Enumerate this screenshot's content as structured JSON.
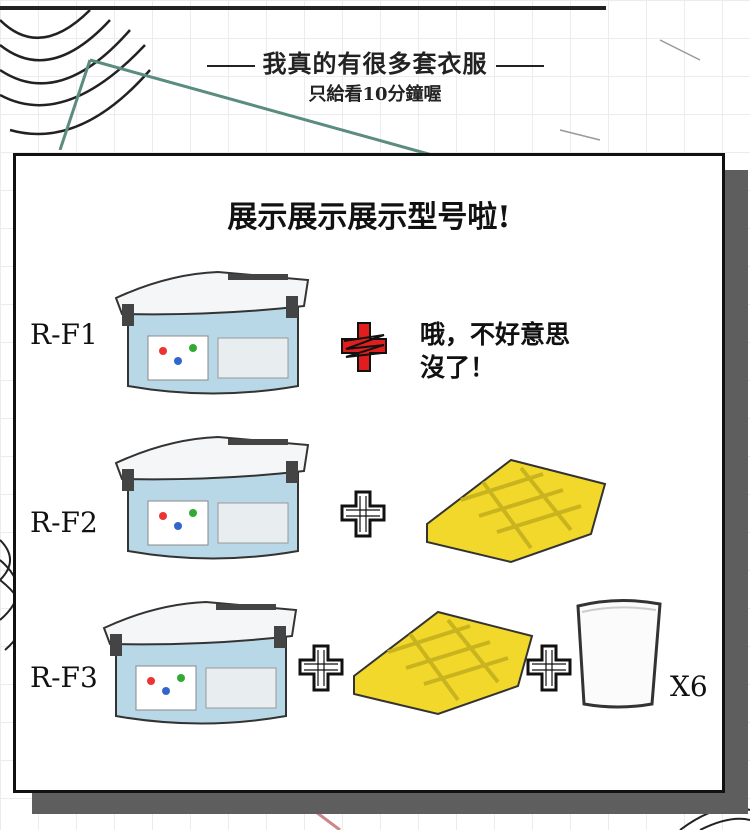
{
  "header": {
    "title": "我真的有很多套衣服",
    "subtitle": "只給看10分鐘喔"
  },
  "panel": {
    "title": "展示展示展示型号啦!",
    "rows": [
      {
        "label": "R-F1",
        "note_line1": "哦，不好意思",
        "note_line2": "沒了！"
      },
      {
        "label": "R-F2"
      },
      {
        "label": "R-F3",
        "quantity": "X6"
      }
    ]
  },
  "colors": {
    "box_blue": "#b8d8e8",
    "lid_white": "#f4f6f7",
    "tray_yellow": "#f1d82a",
    "plus_red": "#e21d1d"
  }
}
